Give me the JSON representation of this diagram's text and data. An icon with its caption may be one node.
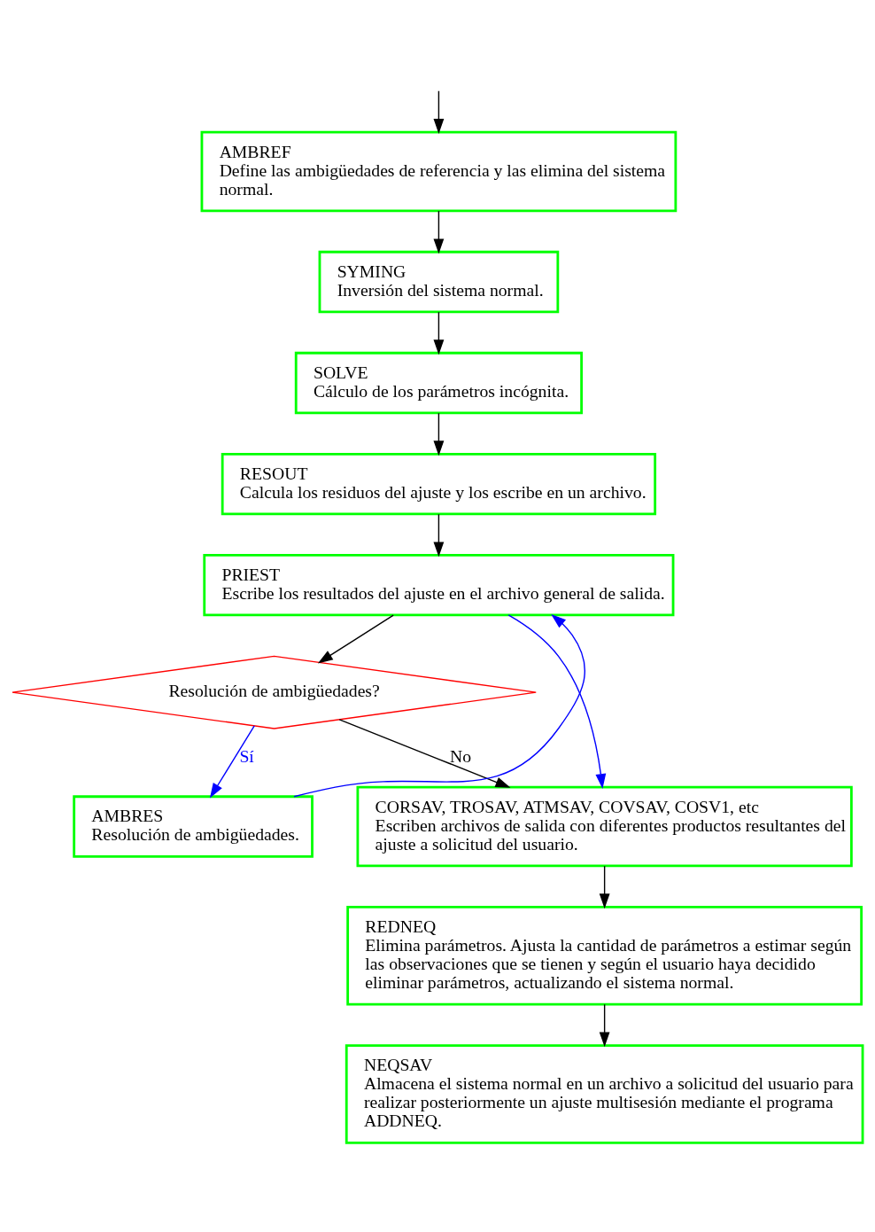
{
  "diagram": {
    "nodes": [
      {
        "text": [
          "AMBREF",
          "Define las ambigüedades de referencia y las elimina del sistema normal."
        ]
      },
      {
        "text": [
          "SYMING",
          "Inversión del sistema normal."
        ]
      },
      {
        "text": [
          "SOLVE",
          "Cálculo de los parámetros incógnita."
        ]
      },
      {
        "text": [
          "RESOUT",
          "Calcula los residuos del ajuste y los escribe en un archivo."
        ]
      },
      {
        "text": [
          "PRIEST",
          "Escribe los resultados del ajuste en el archivo general de salida."
        ]
      },
      {
        "text": [
          "Resolución de ambigüedades?"
        ]
      },
      {
        "text": [
          "AMBRES",
          "Resolución de ambigüedades."
        ]
      },
      {
        "text": [
          "CORSAV, TROSAV, ATMSAV, COVSAV, COSV1, etc",
          "Escriben archivos de salida con diferentes productos resultantes del ajuste a solicitud del usuario."
        ]
      },
      {
        "text": [
          "REDNEQ",
          "Elimina parámetros. Ajusta la cantidad de parámetros a estimar según las observaciones que se tienen y según el usuario haya decidido eliminar parámetros, actualizando el sistema normal."
        ]
      },
      {
        "text": [
          "NEQSAV",
          "Almacena el sistema normal en un archivo a solicitud del usuario para realizar posteriormente un ajuste multisesión mediante el programa ADDNEQ."
        ]
      }
    ],
    "edges": [
      {
        "from": null,
        "to": 0,
        "arrow": "to"
      },
      {
        "from": 0,
        "to": 1,
        "arrow": "to"
      },
      {
        "from": 1,
        "to": 2,
        "arrow": "to"
      },
      {
        "from": 2,
        "to": 3,
        "arrow": "to"
      },
      {
        "from": 3,
        "to": 4,
        "arrow": "to"
      },
      {
        "from": 6,
        "to": 4,
        "arrow": "to",
        "color": "#0000ff"
      },
      {
        "from": 4,
        "to": 5,
        "arrow": "to"
      },
      {
        "from": 4,
        "to": 7,
        "arrow": "to",
        "color": "#0000ff"
      },
      {
        "from": 5,
        "to": 7,
        "arrow": "to",
        "label": "No"
      },
      {
        "from": 5,
        "to": 6,
        "arrow": "to",
        "label": "Sí",
        "color": "#0000ff"
      },
      {
        "from": 7,
        "to": 8,
        "arrow": "to"
      },
      {
        "from": 8,
        "to": 9,
        "arrow": "to"
      }
    ]
  }
}
